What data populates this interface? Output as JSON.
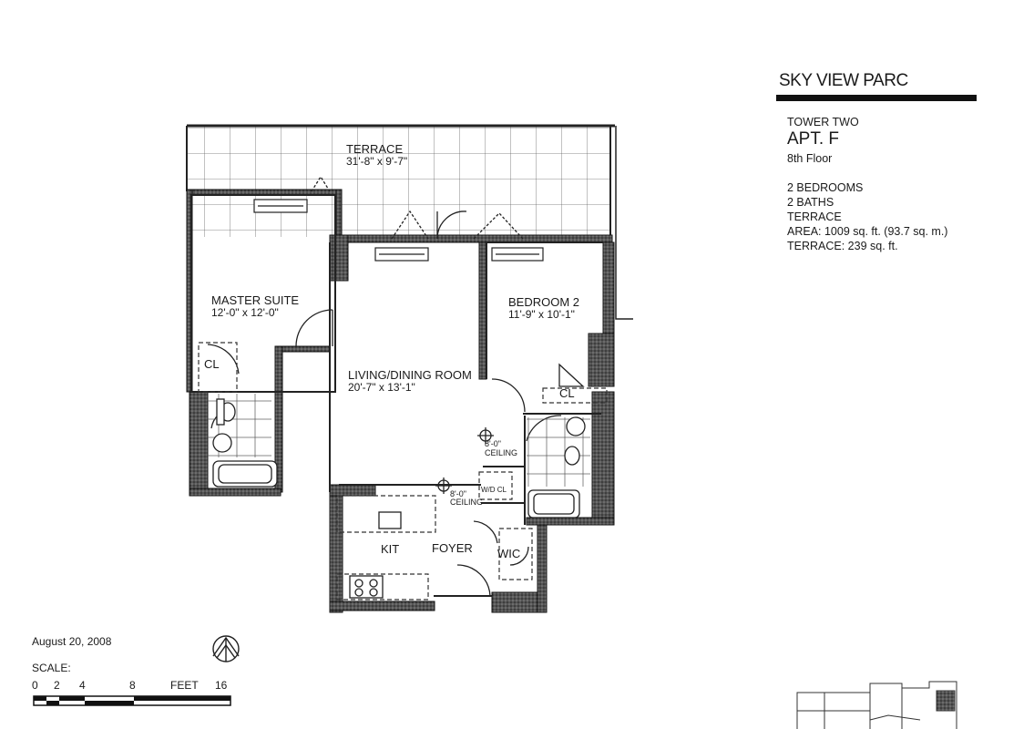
{
  "project": {
    "name": "SKY VIEW PARC"
  },
  "unit": {
    "tower": "TOWER TWO",
    "apt": "APT. F",
    "floor": "8th Floor",
    "bedrooms": "2 BEDROOMS",
    "baths": "2 BATHS",
    "terrace": "TERRACE",
    "area": "AREA:  1009 sq. ft. (93.7 sq. m.)",
    "terrace_area": "TERRACE:  239 sq. ft."
  },
  "rooms": {
    "terrace": {
      "name": "TERRACE",
      "dims": "31'-8\" x 9'-7\""
    },
    "master": {
      "name": "MASTER SUITE",
      "dims": "12'-0\" x 12'-0\""
    },
    "bedroom2": {
      "name": "BEDROOM 2",
      "dims": "11'-9\" x 10'-1\""
    },
    "living": {
      "name": "LIVING/DINING ROOM",
      "dims": "20'-7\" x 13'-1\""
    },
    "kit": "KIT",
    "foyer": "FOYER",
    "wic": "WIC",
    "cl": "CL",
    "wd": "W/D CL"
  },
  "ceiling_notes": {
    "height": "8'-0\"",
    "label": "CEILING"
  },
  "footer": {
    "date": "August 20, 2008"
  },
  "scale_bar": {
    "label": "SCALE:",
    "ticks": [
      "0",
      "2",
      "4",
      "8",
      "16"
    ],
    "unit": "FEET"
  }
}
